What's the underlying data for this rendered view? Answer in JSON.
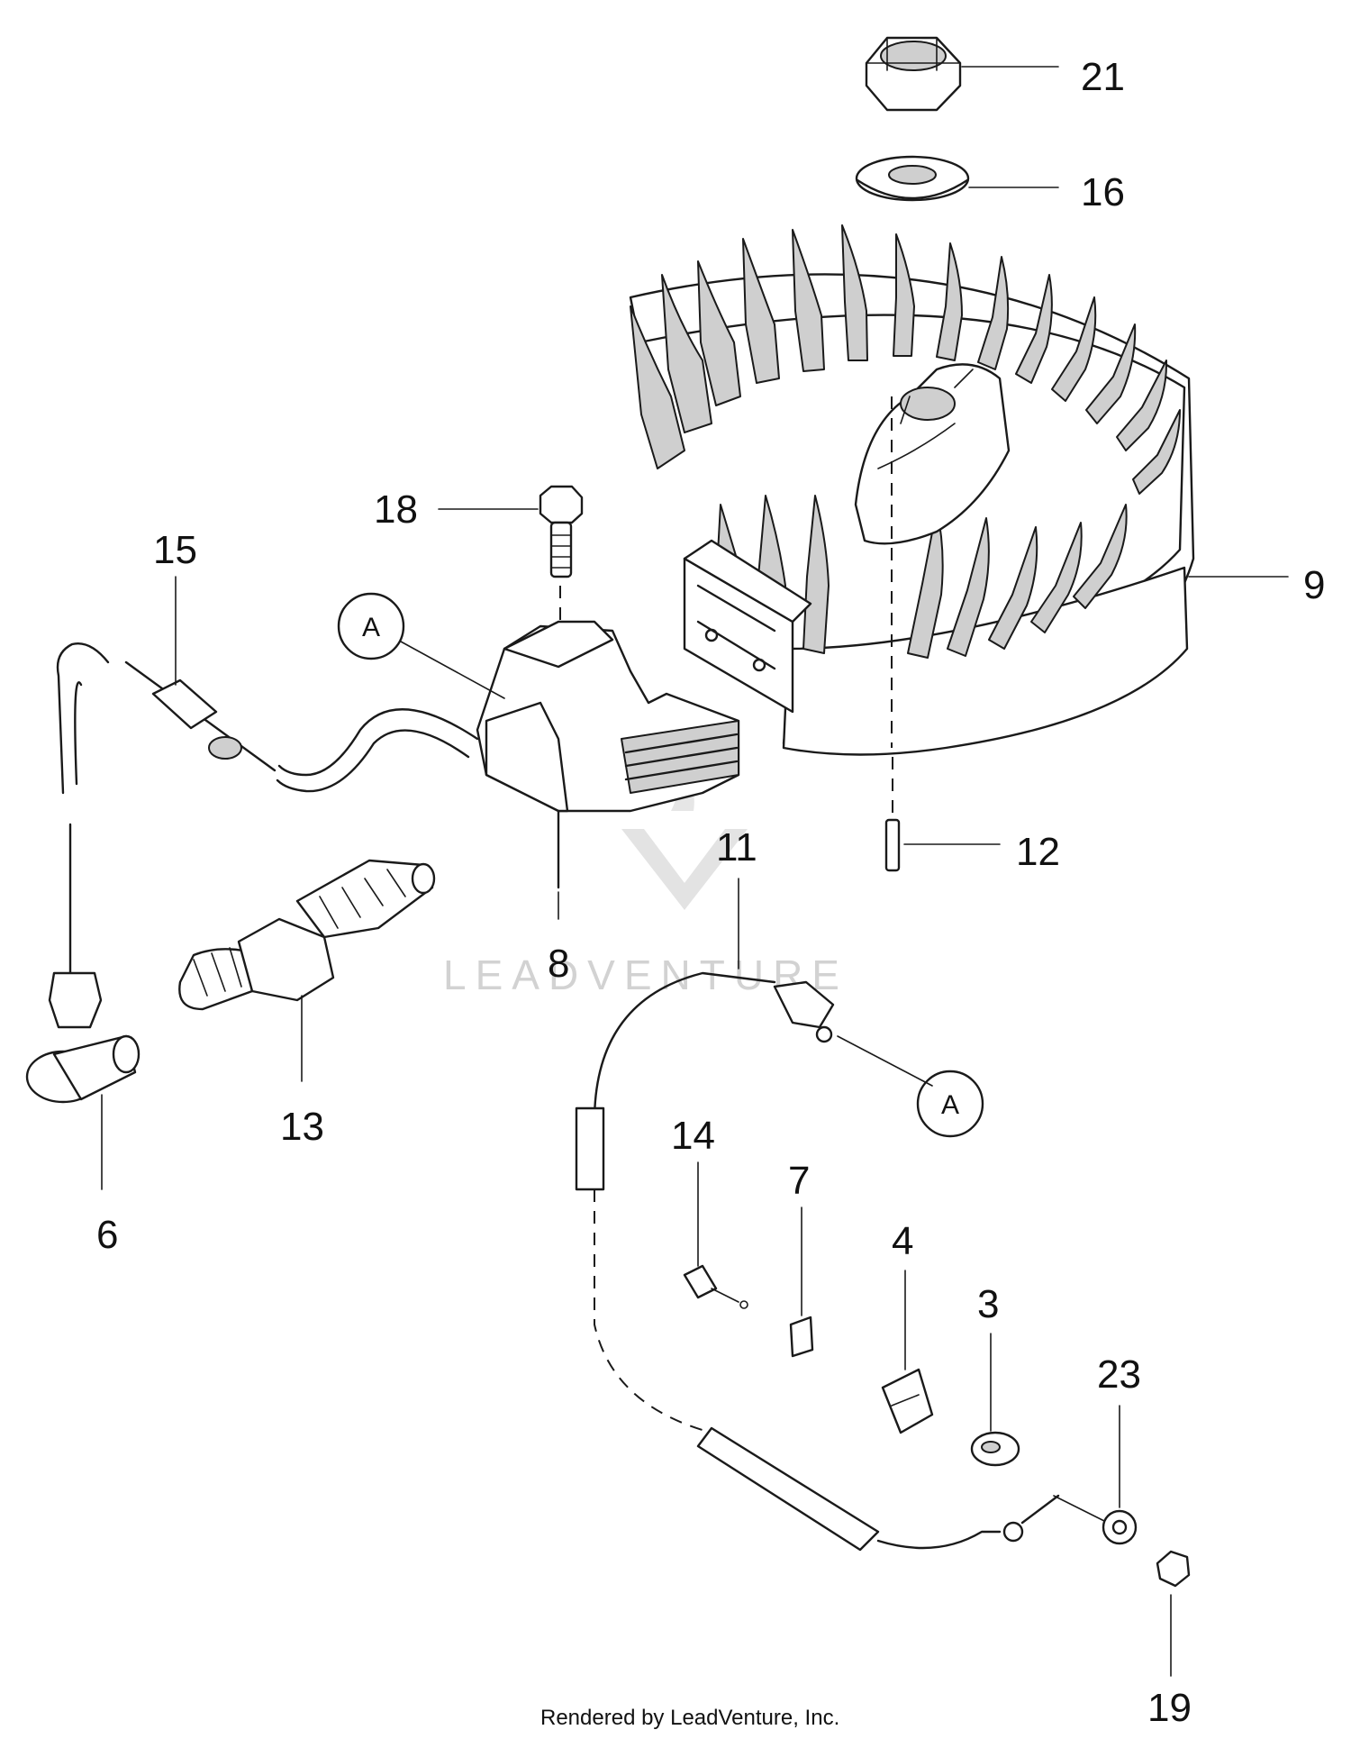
{
  "callouts": {
    "p21": "21",
    "p16": "16",
    "p9": "9",
    "p18": "18",
    "p15": "15",
    "p8": "8",
    "p11": "11",
    "p12": "12",
    "p13": "13",
    "p6": "6",
    "p14": "14",
    "p7": "7",
    "p4": "4",
    "p3": "3",
    "p23": "23",
    "p19": "19"
  },
  "refs": {
    "a_top": "A",
    "a_bottom": "A"
  },
  "watermark": {
    "brand": "LEADVENTURE"
  },
  "footer": {
    "credit": "Rendered by LeadVenture, Inc."
  }
}
